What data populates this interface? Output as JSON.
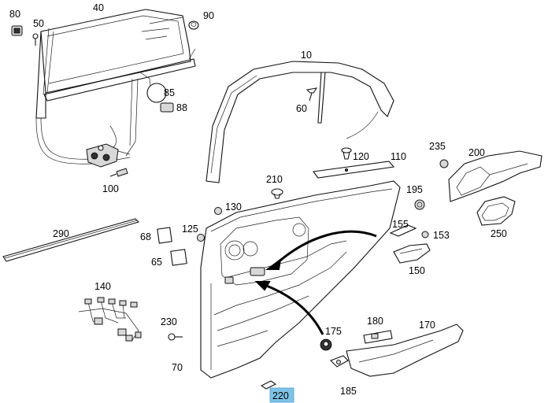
{
  "diagram": {
    "labels": [
      "80",
      "40",
      "90",
      "50",
      "10",
      "85",
      "88",
      "60",
      "120",
      "110",
      "235",
      "200",
      "100",
      "210",
      "195",
      "130",
      "290",
      "125",
      "68",
      "155",
      "153",
      "250",
      "150",
      "65",
      "140",
      "230",
      "175",
      "180",
      "170",
      "70",
      "185",
      "220"
    ],
    "highlighted": "220",
    "highlight_color": "#7fc3e6"
  }
}
